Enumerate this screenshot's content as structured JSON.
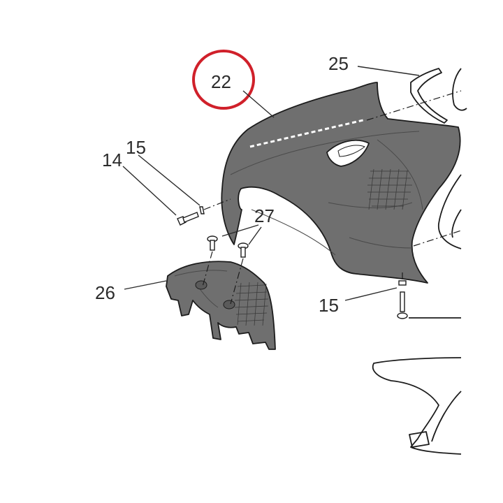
{
  "callouts": {
    "c22": "22",
    "c25": "25",
    "c14": "14",
    "c15_left": "15",
    "c27": "27",
    "c26": "26",
    "c15_right": "15"
  },
  "highlight": {
    "target": "22",
    "color": "#d0202a"
  },
  "colors": {
    "part_fill": "#6f6f6f",
    "line": "#1c1c1c",
    "label": "#2b2b2b"
  }
}
